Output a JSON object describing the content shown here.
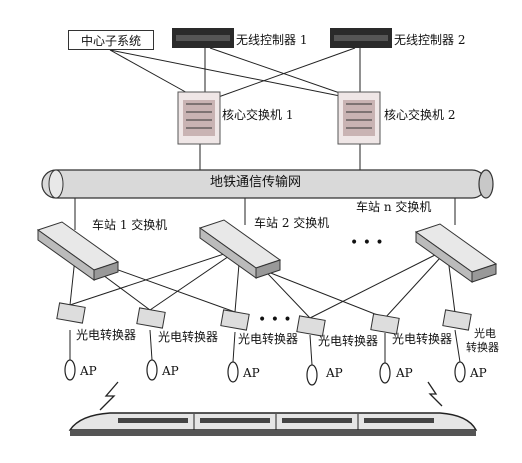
{
  "center_subsystem": "中心子系统",
  "wireless_controllers": [
    "无线控制器 1",
    "无线控制器 2"
  ],
  "core_switches": [
    "核心交换机 1",
    "核心交换机 2"
  ],
  "backbone_network": "地铁通信传输网",
  "station_switches": [
    "车站 1 交换机",
    "车站 2 交换机",
    "车站 n 交换机"
  ],
  "ellipsis": "• • •",
  "converter_label": "光电转换器",
  "converter_label_split": [
    "光电",
    "转换器"
  ],
  "ap_label": "AP",
  "colors": {
    "line": "#222222",
    "device_dark": "#2a2a2a",
    "switch_face": "#e8e8e8",
    "tube_fill": "#d9d9d9",
    "tube_stroke": "#333333"
  }
}
